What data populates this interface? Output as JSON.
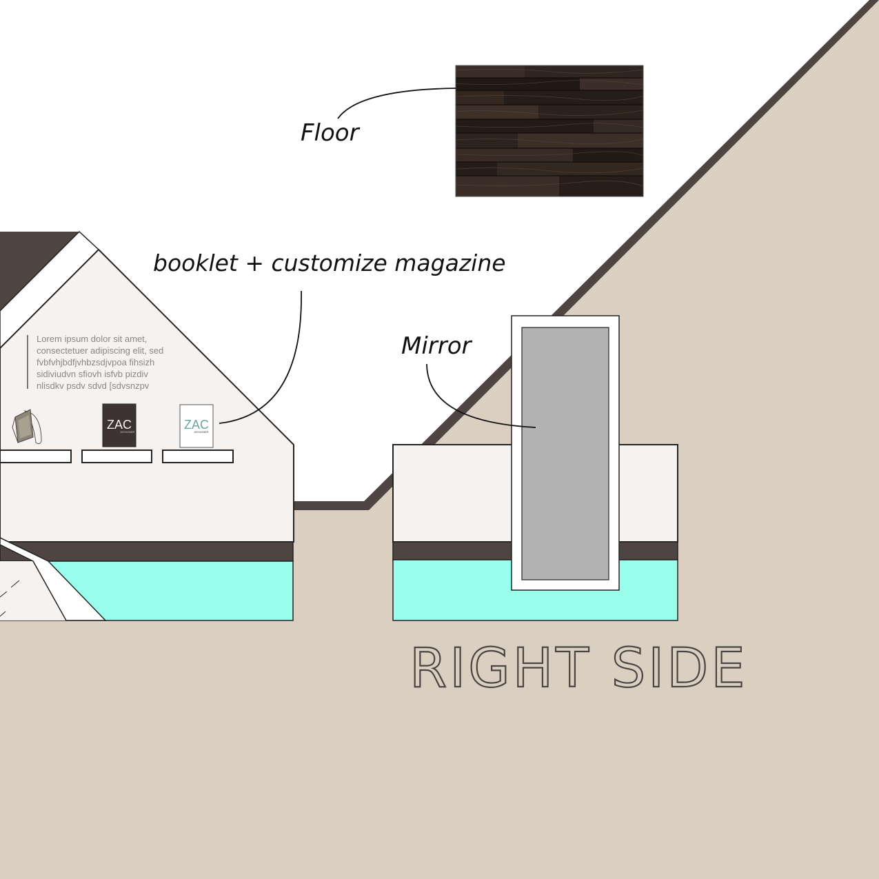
{
  "labels": {
    "floor": "Floor",
    "booklet": "booklet + customize magazine",
    "mirror": "Mirror",
    "title": "RIGHT SIDE"
  },
  "panel_text": [
    "Lorem ipsum dolor sit amet,",
    "consectetuer adipiscing elit, sed",
    "fvbfvhjbdfjvhbzsdjvpoa fihsizh",
    "sidiviudvn sfiovh isfvb pizdiv",
    "nlisdkv psdv sdvd  [sdvsnzpv"
  ],
  "magazines": [
    {
      "title": "ZAC",
      "subtitle": "DESIGNER",
      "style": "dark"
    },
    {
      "title": "ZAC",
      "subtitle": "DESIGNER",
      "style": "light"
    }
  ],
  "colors": {
    "wall": "#dbcfc1",
    "trim": "#4e4543",
    "panel": "#f5f2ef",
    "base_band": "#4e4543",
    "glow": "#99ffec",
    "mirror_glass": "#b3b3b3",
    "wood_dark": "#2a211d"
  }
}
